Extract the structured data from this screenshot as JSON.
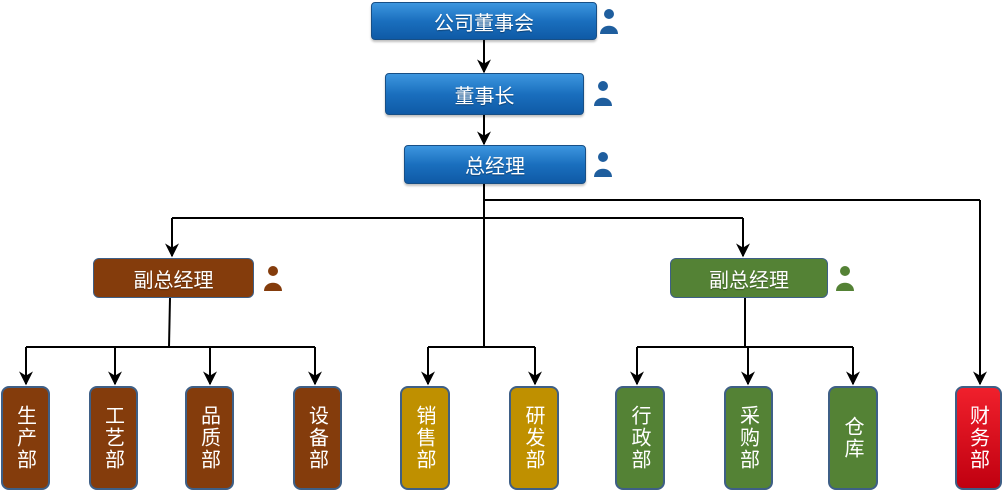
{
  "colors": {
    "blue": "#1a6fbe",
    "brown": "#843c0c",
    "gold": "#bf9000",
    "green": "#548235",
    "red": "#e0101c",
    "border": "#3e5f86",
    "line": "#000000"
  },
  "icons": {
    "person": "person-icon"
  },
  "nodes": {
    "board": "公司董事会",
    "chairman": "董事长",
    "gm": "总经理",
    "vgm_left": "副总经理",
    "vgm_right": "副总经理"
  },
  "departments": {
    "production": "生产部",
    "process": "工艺部",
    "quality": "品质部",
    "equipment": "设备部",
    "sales": "销售部",
    "rnd": "研发部",
    "admin": "行政部",
    "purchasing": "采购部",
    "warehouse": "仓库",
    "finance": "财务部"
  }
}
